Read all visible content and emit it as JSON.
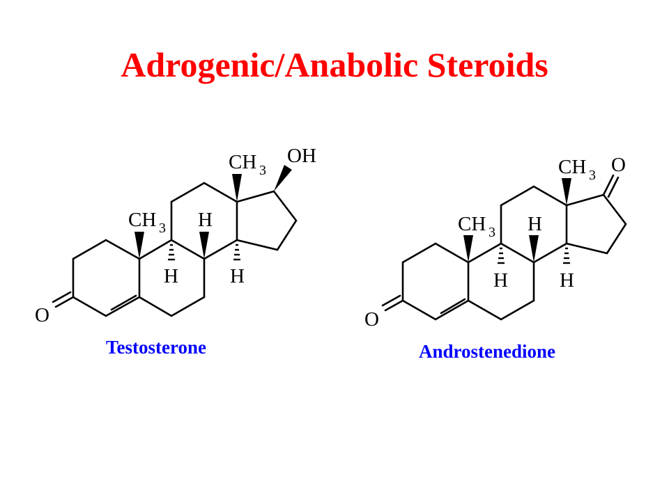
{
  "slide": {
    "title": "Adrogenic/Anabolic Steroids",
    "title_color": "#ff0000",
    "label_color": "#0000ff"
  },
  "molecules": [
    {
      "name": "Testosterone",
      "atoms": {
        "methyl_c": "CH",
        "methyl_sub": "3",
        "top_group": "OH",
        "h": "H",
        "o": "O"
      }
    },
    {
      "name": "Androstenedione",
      "atoms": {
        "methyl_c": "CH",
        "methyl_sub": "3",
        "top_group": "O",
        "h": "H",
        "o": "O"
      }
    }
  ]
}
